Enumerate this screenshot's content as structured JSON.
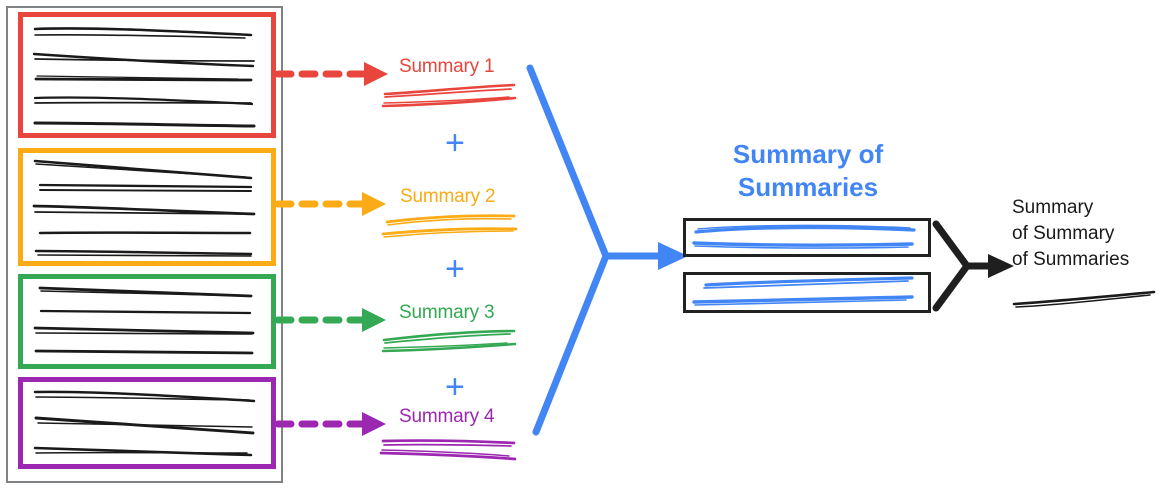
{
  "diagram": {
    "type": "hierarchical-summarization-flow",
    "title_colors": {
      "red": "#E8453C",
      "orange": "#FAAB16",
      "green": "#34A853",
      "purple": "#9C27B0",
      "blue": "#4285F4",
      "black": "#1a1a1a",
      "document_outline": "#7f8386"
    },
    "source_documents": {
      "outer_box_label": "document-stack",
      "groups": [
        {
          "id": "group-1",
          "color": "#E8453C",
          "line_count": 5
        },
        {
          "id": "group-2",
          "color": "#FAAB16",
          "line_count": 5
        },
        {
          "id": "group-3",
          "color": "#34A853",
          "line_count": 4
        },
        {
          "id": "group-4",
          "color": "#9C27B0",
          "line_count": 3
        }
      ]
    },
    "summaries": [
      {
        "label": "Summary 1",
        "color": "#E8453C"
      },
      {
        "label": "Summary 2",
        "color": "#FAAB16"
      },
      {
        "label": "Summary 3",
        "color": "#34A853"
      },
      {
        "label": "Summary 4",
        "color": "#9C27B0"
      }
    ],
    "operators": [
      {
        "symbol": "+",
        "color": "#4285F4"
      },
      {
        "symbol": "+",
        "color": "#4285F4"
      },
      {
        "symbol": "+",
        "color": "#4285F4"
      }
    ],
    "summary_of_summaries": {
      "title_line_1": "Summary of",
      "title_line_2": "Summaries",
      "color": "#4285F4",
      "box_count": 2
    },
    "final_output": {
      "line_1": "Summary",
      "line_2": "of Summary",
      "line_3": "of Summaries",
      "color": "#1a1a1a"
    }
  }
}
